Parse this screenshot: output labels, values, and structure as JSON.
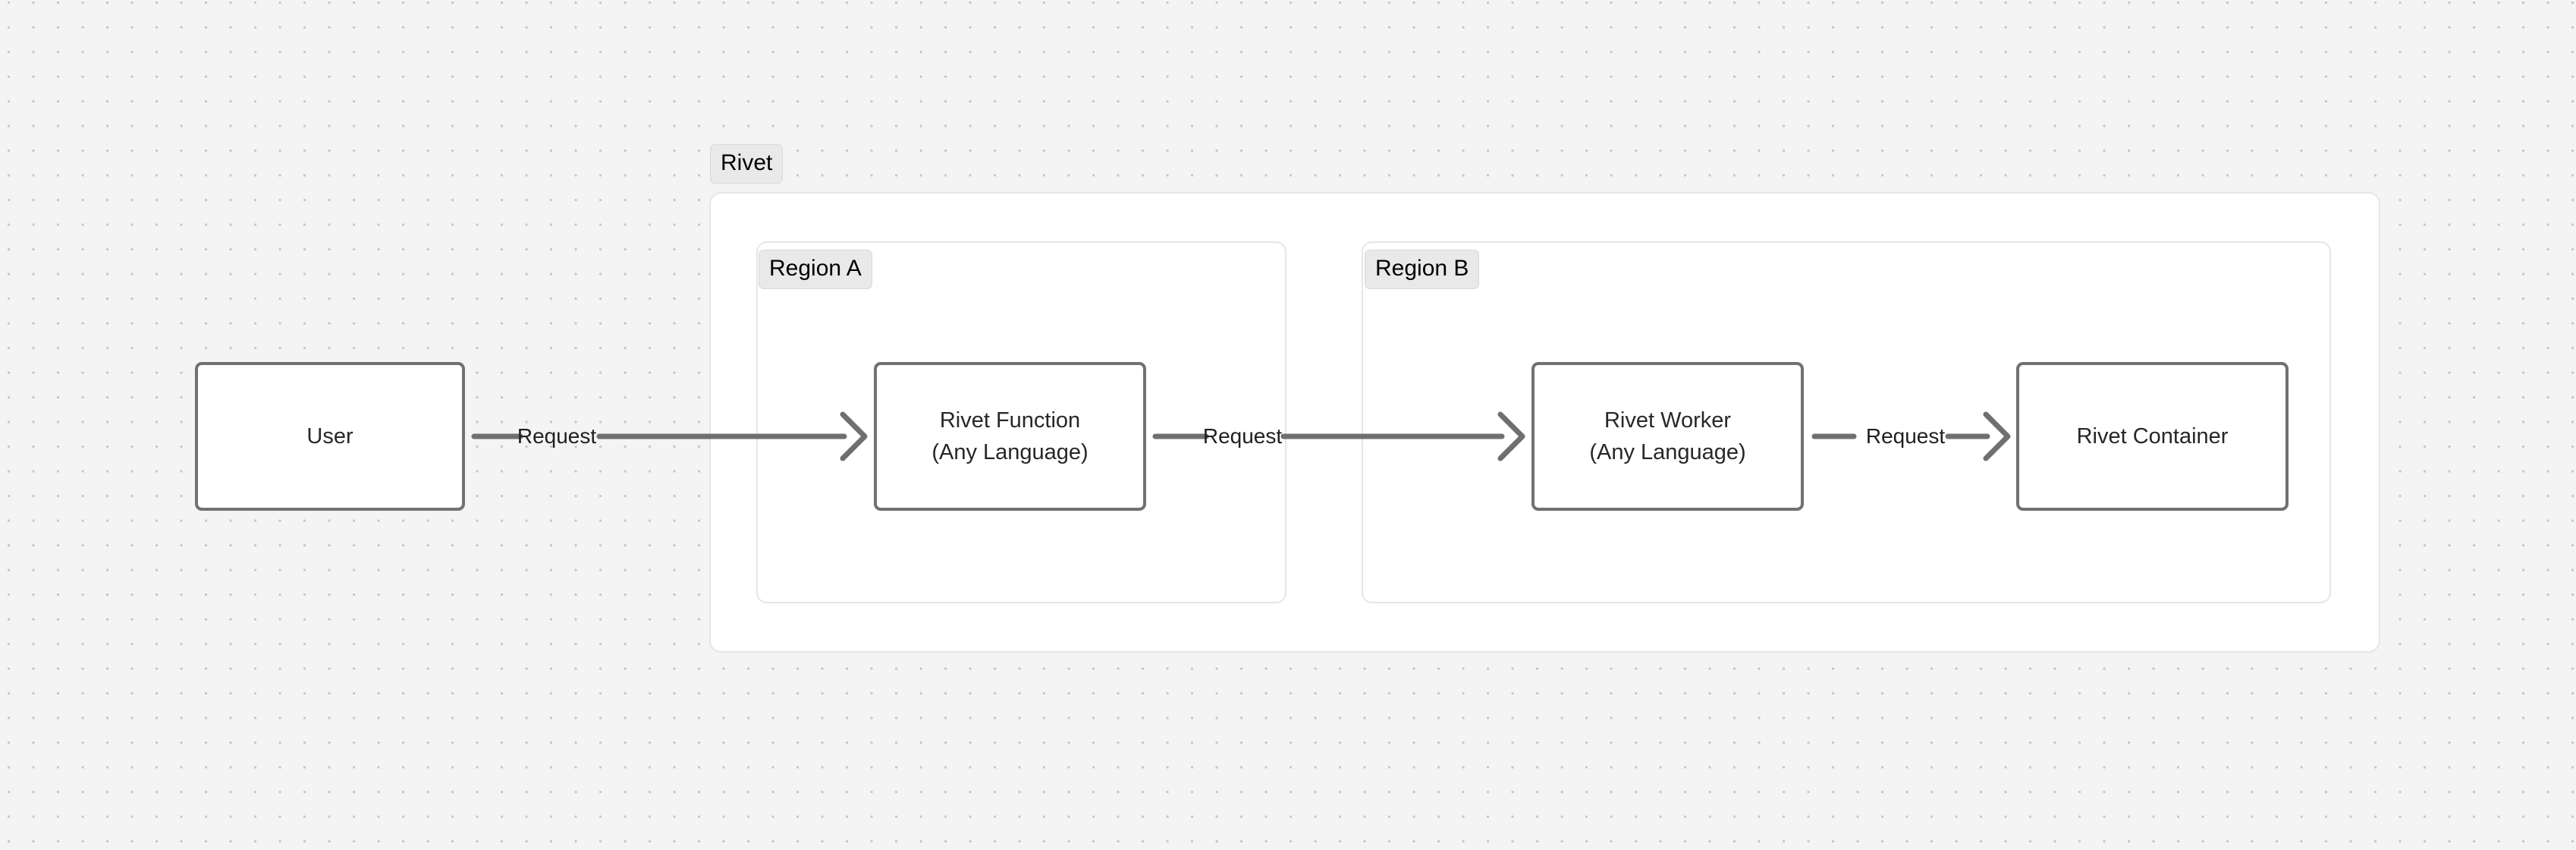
{
  "diagram": {
    "type": "flow-architecture",
    "background": {
      "color": "#f4f4f5",
      "dot_color": "#c6c6ca",
      "grid": "dotted"
    },
    "colors": {
      "node_border": "#717171",
      "node_fill": "#ffffff",
      "group_border": "#e6e6e8",
      "group_fill": "#ffffff",
      "badge_fill": "#e9e9e9",
      "edge": "#6f6f6f",
      "text": "#27272a"
    },
    "groups": [
      {
        "id": "rivet",
        "label": "Rivet"
      },
      {
        "id": "region-a",
        "label": "Region A"
      },
      {
        "id": "region-b",
        "label": "Region B"
      }
    ],
    "nodes": [
      {
        "id": "user",
        "line1": "User",
        "line2": "",
        "group": null
      },
      {
        "id": "rivet-function",
        "line1": "Rivet Function",
        "line2": "(Any Language)",
        "group": "region-a"
      },
      {
        "id": "rivet-worker",
        "line1": "Rivet Worker",
        "line2": "(Any Language)",
        "group": "region-b"
      },
      {
        "id": "rivet-container",
        "line1": "Rivet Container",
        "line2": "",
        "group": "region-b"
      }
    ],
    "edges": [
      {
        "id": "e1",
        "from": "user",
        "to": "rivet-function",
        "label": "Request"
      },
      {
        "id": "e2",
        "from": "rivet-function",
        "to": "rivet-worker",
        "label": "Request"
      },
      {
        "id": "e3",
        "from": "rivet-worker",
        "to": "rivet-container",
        "label": "Request"
      }
    ]
  }
}
